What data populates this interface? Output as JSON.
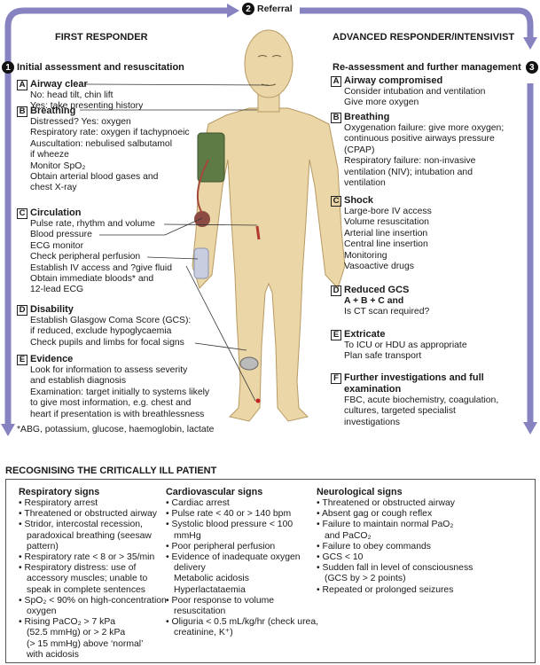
{
  "referral": {
    "num": "2",
    "label": "Referral"
  },
  "left": {
    "title": "FIRST RESPONDER",
    "step_num": "1",
    "step_label": "Initial assessment and resuscitation",
    "sections": [
      {
        "letter": "A",
        "title": "Airway clear",
        "lines": [
          "No: head tilt, chin lift",
          "Yes: take presenting history"
        ]
      },
      {
        "letter": "B",
        "title": "Breathing",
        "lines": [
          "Distressed? Yes: oxygen",
          "Respiratory rate: oxygen if tachypnoeic",
          "Auscultation: nebulised salbutamol",
          "if wheeze",
          "Monitor SpO₂",
          "Obtain arterial blood gases and",
          "chest X-ray"
        ]
      },
      {
        "letter": "C",
        "title": "Circulation",
        "lines": [
          "Pulse rate, rhythm and volume",
          "Blood pressure",
          "ECG monitor",
          "Check peripheral perfusion",
          "Establish IV access and ?give fluid",
          "Obtain immediate bloods* and",
          "12-lead ECG"
        ]
      },
      {
        "letter": "D",
        "title": "Disability",
        "lines": [
          "Establish Glasgow Coma Score (GCS):",
          "if reduced, exclude hypoglycaemia",
          "Check pupils and limbs for focal signs"
        ]
      },
      {
        "letter": "E",
        "title": "Evidence",
        "lines": [
          "Look for information to assess severity",
          "and establish diagnosis",
          "Examination: target initially to systems likely",
          "to give most information, e.g. chest and",
          "heart if presentation is with breathlessness"
        ]
      }
    ],
    "footnote": "*ABG, potassium, glucose, haemoglobin, lactate"
  },
  "right": {
    "title": "ADVANCED RESPONDER/INTENSIVIST",
    "step_num": "3",
    "step_label": "Re-assessment and further management",
    "sections": [
      {
        "letter": "A",
        "title": "Airway compromised",
        "lines": [
          "Consider intubation and ventilation",
          "Give more oxygen"
        ]
      },
      {
        "letter": "B",
        "title": "Breathing",
        "lines": [
          "Oxygenation failure: give more oxygen;",
          "continuous positive airways pressure",
          "(CPAP)",
          "Respiratory failure: non-invasive",
          "ventilation (NIV); intubation and",
          "ventilation"
        ]
      },
      {
        "letter": "C",
        "title": "Shock",
        "lines": [
          "Large-bore IV access",
          "Volume resuscitation",
          "Arterial line insertion",
          "Central line insertion",
          "Monitoring",
          "Vasoactive drugs"
        ]
      },
      {
        "letter": "D",
        "title": "Reduced GCS",
        "lines": [
          "A + B + C and",
          "Is CT scan required?"
        ]
      },
      {
        "letter": "E",
        "title": "Extricate",
        "lines": [
          "To ICU or HDU as appropriate",
          "Plan safe transport"
        ]
      },
      {
        "letter": "F",
        "title": "Further investigations and full",
        "title2": "examination",
        "lines": [
          "FBC, acute biochemistry, coagulation,",
          "cultures, targeted specialist",
          "investigations"
        ]
      }
    ]
  },
  "recognising": {
    "title": "RECOGNISING THE CRITICALLY ILL PATIENT",
    "columns": [
      {
        "heading": "Respiratory signs",
        "items": [
          [
            "Respiratory arrest"
          ],
          [
            "Threatened or obstructed airway"
          ],
          [
            "Stridor, intercostal recession,",
            "paradoxical breathing (seesaw",
            "pattern)"
          ],
          [
            "Respiratory rate < 8 or > 35/min"
          ],
          [
            "Respiratory distress: use of",
            "accessory muscles; unable to",
            "speak in complete sentences"
          ],
          [
            "SpO₂ < 90% on high-concentration",
            "oxygen"
          ],
          [
            "Rising PaCO₂ > 7 kPa",
            "(52.5 mmHg) or > 2 kPa",
            "(> 15 mmHg) above ‘normal’",
            "with acidosis"
          ]
        ]
      },
      {
        "heading": "Cardiovascular signs",
        "items": [
          [
            "Cardiac arrest"
          ],
          [
            "Pulse rate < 40 or > 140 bpm"
          ],
          [
            "Systolic blood pressure < 100 mmHg"
          ],
          [
            "Poor peripheral perfusion"
          ],
          [
            "Evidence of inadequate oxygen",
            "delivery",
            "Metabolic acidosis",
            "Hyperlactataemia"
          ],
          [
            "Poor response to volume",
            "resuscitation"
          ],
          [
            "Oliguria < 0.5 mL/kg/hr (check urea,",
            "creatinine, K⁺)"
          ]
        ]
      },
      {
        "heading": "Neurological signs",
        "items": [
          [
            "Threatened or obstructed airway"
          ],
          [
            "Absent gag or cough reflex"
          ],
          [
            "Failure to maintain normal PaO₂",
            "and PaCO₂"
          ],
          [
            "Failure to obey commands"
          ],
          [
            "GCS < 10"
          ],
          [
            "Sudden fall in level of consciousness",
            "(GCS by > 2 points)"
          ],
          [
            "Repeated or prolonged seizures"
          ]
        ]
      }
    ]
  },
  "colors": {
    "arrow": "#8783c0",
    "skin": "#ead6a6",
    "cuff": "#5e7a45"
  }
}
